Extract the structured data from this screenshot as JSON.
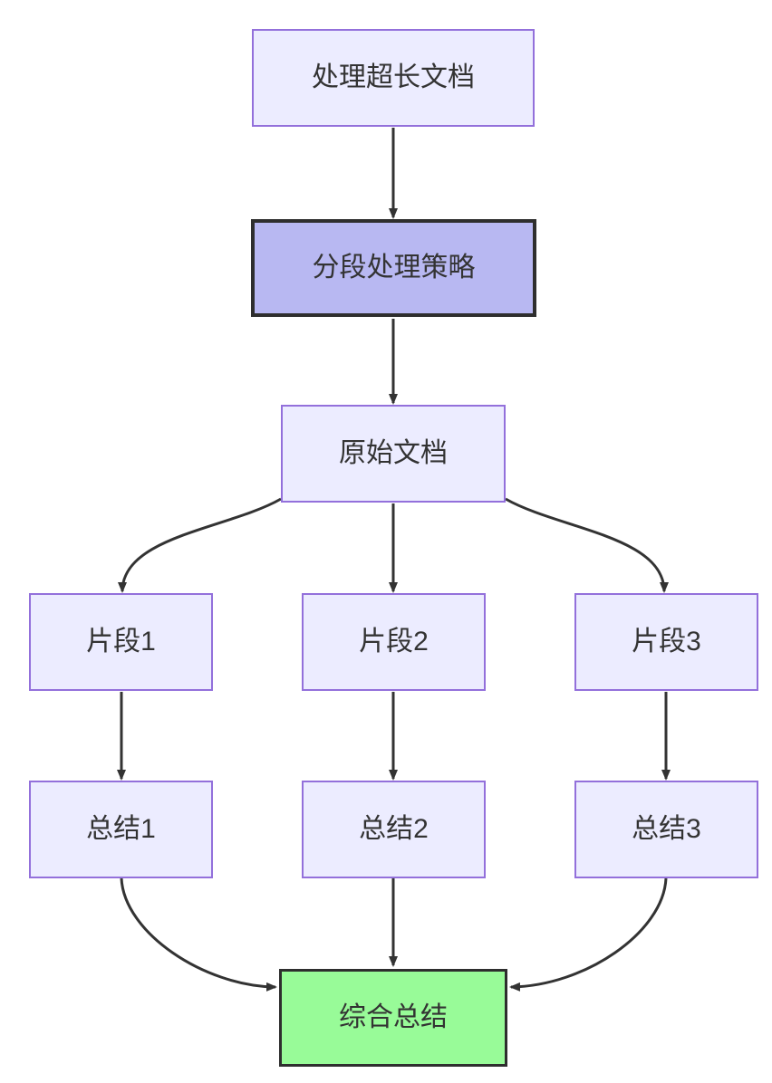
{
  "diagram": {
    "type": "flowchart",
    "direction": "top-down",
    "nodes": [
      {
        "id": "A",
        "label": "处理超长文档",
        "style": "default"
      },
      {
        "id": "B",
        "label": "分段处理策略",
        "style": "emphasis"
      },
      {
        "id": "C",
        "label": "原始文档",
        "style": "default"
      },
      {
        "id": "D1",
        "label": "片段1",
        "style": "default"
      },
      {
        "id": "D2",
        "label": "片段2",
        "style": "default"
      },
      {
        "id": "D3",
        "label": "片段3",
        "style": "default"
      },
      {
        "id": "E1",
        "label": "总结1",
        "style": "default"
      },
      {
        "id": "E2",
        "label": "总结2",
        "style": "default"
      },
      {
        "id": "E3",
        "label": "总结3",
        "style": "default"
      },
      {
        "id": "G",
        "label": "综合总结",
        "style": "success"
      }
    ],
    "edges": [
      {
        "from": "A",
        "to": "B"
      },
      {
        "from": "B",
        "to": "C"
      },
      {
        "from": "C",
        "to": "D1"
      },
      {
        "from": "C",
        "to": "D2"
      },
      {
        "from": "C",
        "to": "D3"
      },
      {
        "from": "D1",
        "to": "E1"
      },
      {
        "from": "D2",
        "to": "E2"
      },
      {
        "from": "D3",
        "to": "E3"
      },
      {
        "from": "E1",
        "to": "G"
      },
      {
        "from": "E2",
        "to": "G"
      },
      {
        "from": "E3",
        "to": "G"
      }
    ],
    "colors": {
      "background": "#FFFFFF",
      "node_fill": "#ECECFF",
      "node_border": "#9370DB",
      "emphasis_fill": "#B8B8F2",
      "emphasis_border": "#2E2E2E",
      "success_fill": "#98FB98",
      "success_border": "#2E2E2E",
      "edge": "#333333",
      "text": "#333333"
    }
  }
}
